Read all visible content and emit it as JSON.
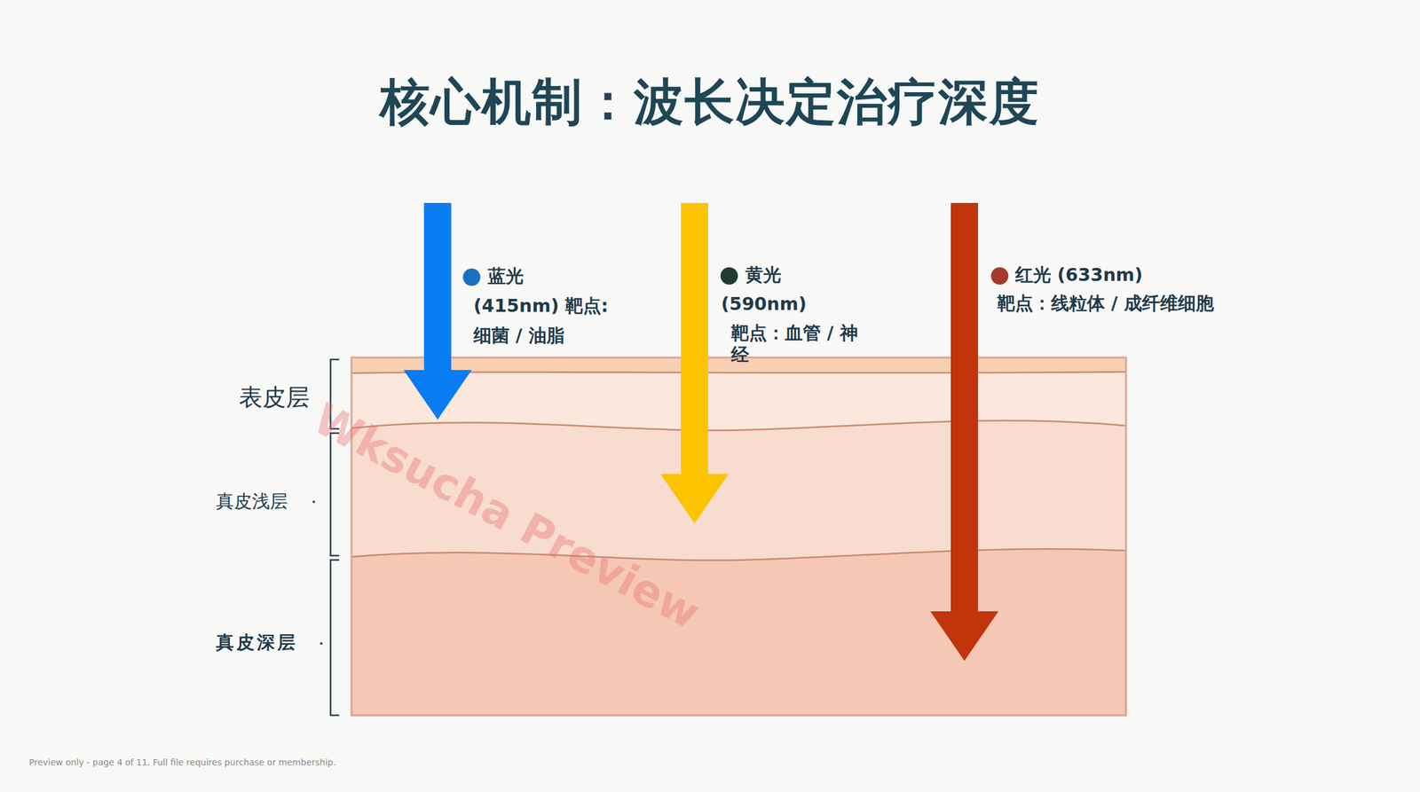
{
  "diagram": {
    "title": "核心机制：波长决定治疗深度",
    "labels": [
      "蓝光",
      "(415nm) 靶点:",
      "细菌 / 油脂",
      "黄光",
      "(590nm)",
      "靶点：血管 / 神经",
      "红光 (633nm)",
      "靶点：线粒体 / 成纤维细胞",
      "表皮层",
      "真皮浅层",
      "真皮深层",
      "Wksucha Preview",
      "Preview only - page 4 of 11. Full file requires purchase or membership."
    ]
  }
}
